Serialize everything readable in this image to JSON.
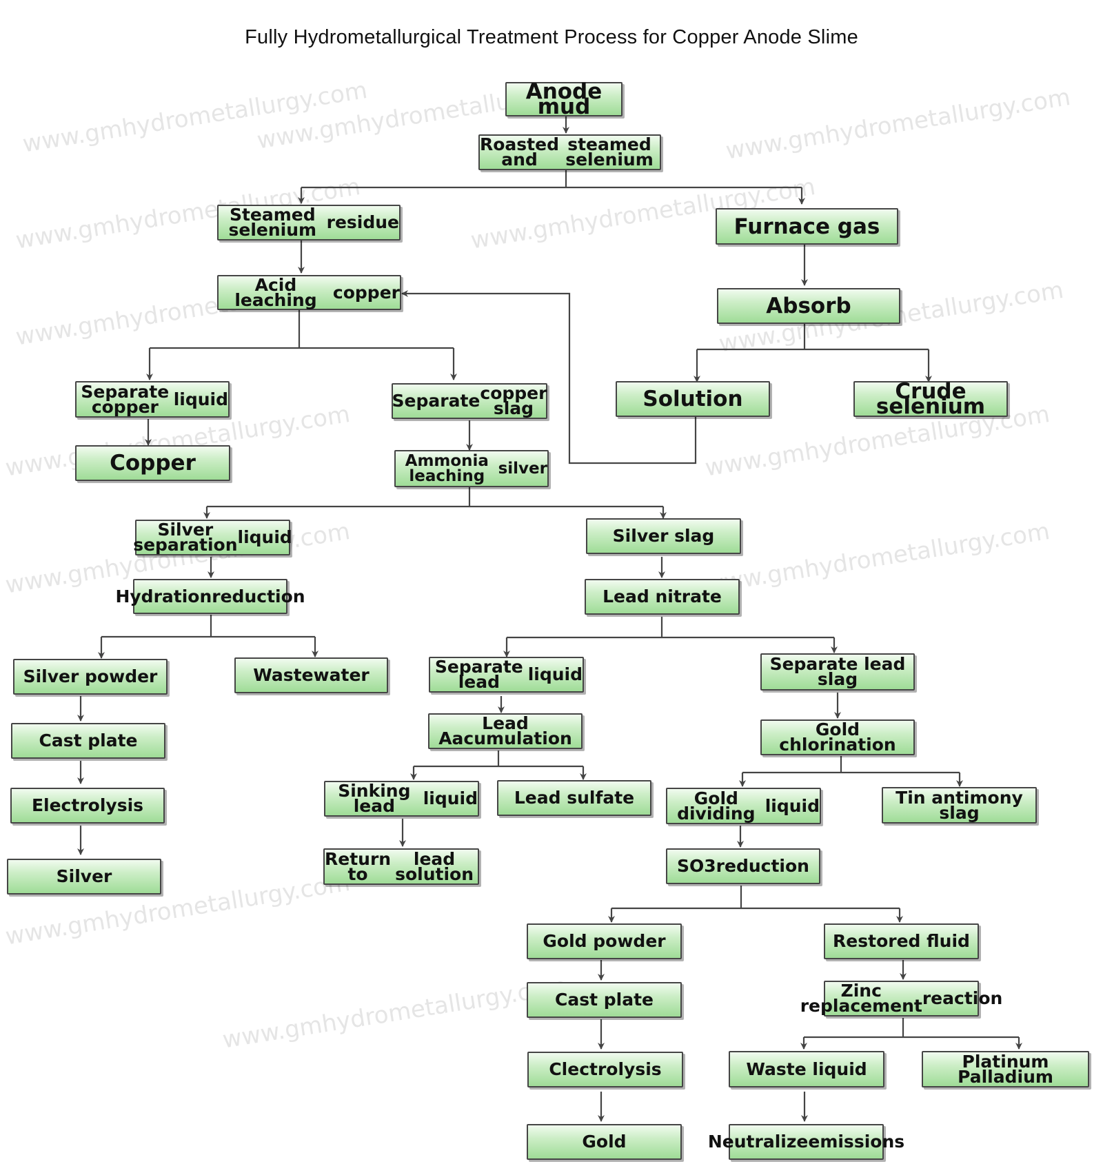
{
  "title": "Fully Hydrometallurgical Treatment Process for Copper Anode Slime",
  "watermark": "www.gmhydrometallurgy.com",
  "colors": {
    "box_fill": "#a9dfa1",
    "box_border": "#454545",
    "arrow": "#444444"
  },
  "nodes": {
    "anode_mud": "Anode mud",
    "roasted": "Roasted and\nsteamed selenium",
    "steamed_residue": "Steamed selenium\nresidue",
    "furnace_gas": "Furnace gas",
    "acid_leaching": "Acid leaching\ncopper",
    "absorb": "Absorb",
    "sep_copper_liquid": "Separate copper\nliquid",
    "sep_copper_slag": "Separate\ncopper slag",
    "solution": "Solution",
    "crude_selenium": "Crude selenium",
    "copper": "Copper",
    "ammonia_leaching": "Ammonia leaching\nsilver",
    "silver_sep_liquid": "Silver separation\nliquid",
    "silver_slag": "Silver slag",
    "hydration_reduction": "Hydration\nreduction",
    "lead_nitrate": "Lead nitrate",
    "silver_powder": "Silver powder",
    "wastewater": "Wastewater",
    "sep_lead_liquid": "Separate lead\nliquid",
    "sep_lead_slag": "Separate lead slag",
    "cast_plate_1": "Cast plate",
    "lead_accumulation": "Lead Aacumulation",
    "gold_chlorination": "Gold chlorination",
    "electrolysis_1": "Electrolysis",
    "sinking_lead": "Sinking lead\nliquid",
    "lead_sulfate": "Lead sulfate",
    "gold_dividing": "Gold dividing\nliquid",
    "tin_antimony": "Tin antimony slag",
    "silver": "Silver",
    "return_lead": "Return to\nlead solution",
    "so3_reduction": "SO3reduction",
    "gold_powder": "Gold powder",
    "restored_fluid": "Restored fluid",
    "cast_plate_2": "Cast plate",
    "zinc_replacement": "Zinc replacement\nreaction",
    "electrolysis_2": "Clectrolysis",
    "waste_liquid": "Waste liquid",
    "platinum_palladium": "Platinum Palladium",
    "gold": "Gold",
    "neutralize": "Neutralize\nemissions"
  }
}
